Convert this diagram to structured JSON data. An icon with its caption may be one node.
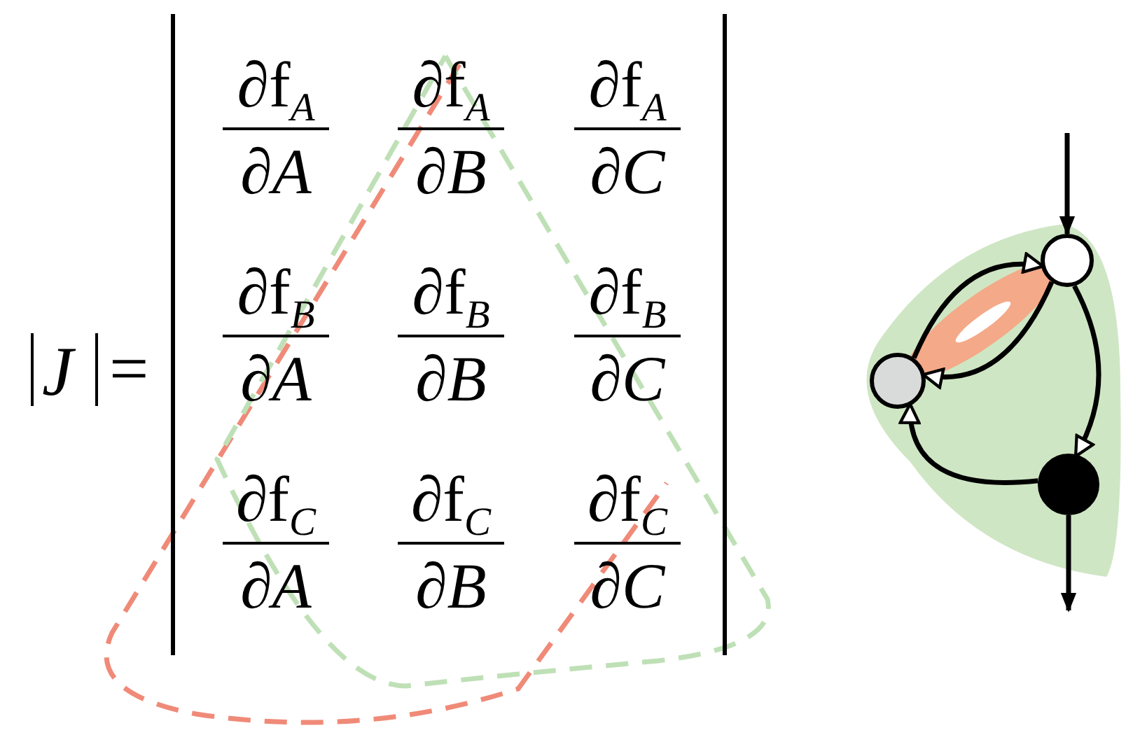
{
  "diagram": {
    "nodes": [
      {
        "text": [],
        "shape": "circle"
      },
      {
        "text": [],
        "shape": "circle"
      },
      {
        "text": [],
        "shape": "circle"
      }
    ],
    "edges": [
      {
        "from": null,
        "to": 0,
        "arrow": "to"
      },
      {
        "from": 1,
        "to": 0,
        "arrow": "to"
      },
      {
        "from": 0,
        "to": 1,
        "arrow": "to"
      },
      {
        "from": 0,
        "to": 2,
        "arrow": "to"
      },
      {
        "from": 2,
        "to": 1,
        "arrow": "to"
      },
      {
        "from": 2,
        "to": null,
        "arrow": "to"
      }
    ],
    "labels": [
      "J",
      "=",
      "∂f$_{A}$",
      "∂A",
      "∂f$_{A}$",
      "∂B",
      "∂f$_{A}$",
      "∂C",
      "∂f$_{B}$",
      "∂A",
      "∂f$_{B}$",
      "∂B",
      "∂f$_{B}$",
      "∂C",
      "∂f$_{C}$",
      "∂A",
      "∂f$_{C}$",
      "∂B",
      "∂f$_{C}$",
      "∂C"
    ]
  }
}
